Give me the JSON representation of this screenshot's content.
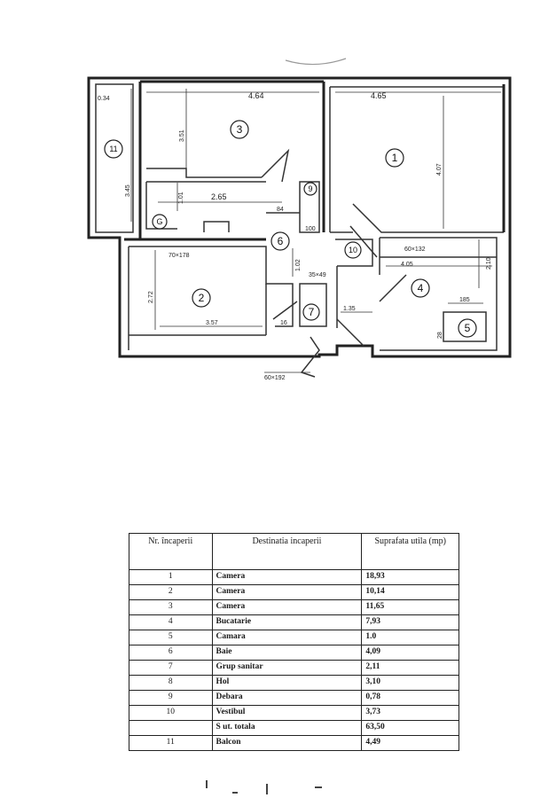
{
  "plan": {
    "dimensions": {
      "d_034": "0.34",
      "d_464": "4.64",
      "d_465": "4.65",
      "d_351": "3.51",
      "d_345": "3.45",
      "d_101": "1.01",
      "d_265": "2.65",
      "d_84": "84",
      "d_407": "4.07",
      "d_70x178": "70×178",
      "d_102": "1.02",
      "d_272": "2.72",
      "d_357": "3.57",
      "d_35x49": "35×49",
      "d_16": "16",
      "d_135": "1.35",
      "d_60x132": "60×132",
      "d_405": "4.05",
      "d_210": "2.10",
      "d_185": "185",
      "d_60x192": "60×192",
      "d_100": "100",
      "d_28": "28"
    },
    "rooms": {
      "r1": "1",
      "r2": "2",
      "r3": "3",
      "r4": "4",
      "r5": "5",
      "r6": "6",
      "r7": "7",
      "r9": "9",
      "r10": "10",
      "r11": "11",
      "rG": "G"
    }
  },
  "table": {
    "headers": {
      "nr": "Nr. încaperii",
      "dest": "Destinatia incaperii",
      "area": "Suprafata utila (mp)"
    },
    "rows": [
      {
        "nr": "1",
        "name": "Camera",
        "area": "18,93"
      },
      {
        "nr": "2",
        "name": "Camera",
        "area": "10,14"
      },
      {
        "nr": "3",
        "name": "Camera",
        "area": "11,65"
      },
      {
        "nr": "4",
        "name": "Bucatarie",
        "area": "7,93"
      },
      {
        "nr": "5",
        "name": "Camara",
        "area": "1.0"
      },
      {
        "nr": "6",
        "name": "Baie",
        "area": "4,09"
      },
      {
        "nr": "7",
        "name": "Grup sanitar",
        "area": "2,11"
      },
      {
        "nr": "8",
        "name": "Hol",
        "area": "3,10"
      },
      {
        "nr": "9",
        "name": "Debara",
        "area": "0,78"
      },
      {
        "nr": "10",
        "name": "Vestibul",
        "area": "3,73"
      },
      {
        "nr": "",
        "name": "S ut. totala",
        "area": "63,50"
      },
      {
        "nr": "11",
        "name": "Balcon",
        "area": "4,49"
      }
    ]
  }
}
